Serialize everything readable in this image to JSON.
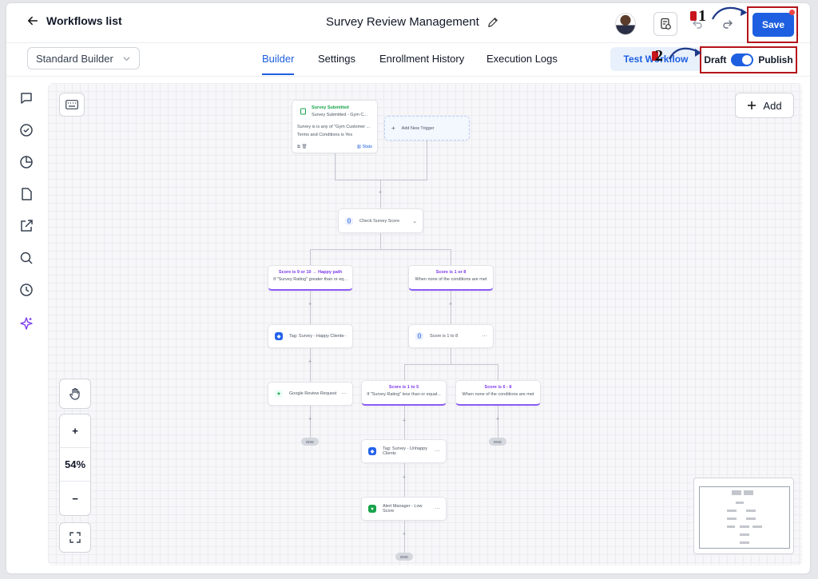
{
  "header": {
    "back_label": "Workflows list",
    "workflow_title": "Survey Review Management",
    "save_label": "Save"
  },
  "subbar": {
    "builder_select": "Standard Builder",
    "tabs": [
      {
        "label": "Builder",
        "active": true
      },
      {
        "label": "Settings",
        "active": false
      },
      {
        "label": "Enrollment History",
        "active": false
      },
      {
        "label": "Execution Logs",
        "active": false
      }
    ],
    "test_label": "Test Workflow",
    "draft_label": "Draft",
    "publish_label": "Publish",
    "publish_on": true
  },
  "callouts": [
    "1",
    "2"
  ],
  "canvas": {
    "add_label": "Add",
    "zoom_label": "54%",
    "zoom_in": "+",
    "zoom_out": "−"
  },
  "flow": {
    "trigger": {
      "title": "Survey Submitted",
      "subtitle": "Survey Submitted - Gym C...",
      "line1": "Survey is is any of \"Gym Customer ...",
      "line2": "Terms and Conditions is Yes",
      "stats": "Stats"
    },
    "add_trigger": "Add New Trigger",
    "check_score": "Check Survey Score",
    "happy_branch": {
      "title": "Score is 9 or 10 → Happy path",
      "sub": "If \"Survey Rating\" greater than or eq..."
    },
    "else_branch": {
      "title": "Score is 1 or 8",
      "sub": "When none of the conditions are met"
    },
    "tag_happy": "Tag: Survey - Happy Clients",
    "score_1_8": "Score is 1 to 8",
    "google_review": "Google Review Request",
    "low_branch": {
      "title": "Score is 1 to 5",
      "sub": "If \"Survey Rating\" less than or equal..."
    },
    "mid_branch": {
      "title": "Score is 6 - 8",
      "sub": "When none of the conditions are met"
    },
    "tag_unhappy": "Tag: Survey - Unhappy Clients",
    "alert_manager": "Alert Manager - Low Score",
    "end_label": "END"
  },
  "colors": {
    "accent": "#1d5fe0",
    "highlight_box": "#b4131b",
    "condition": "#8b5cf6"
  }
}
